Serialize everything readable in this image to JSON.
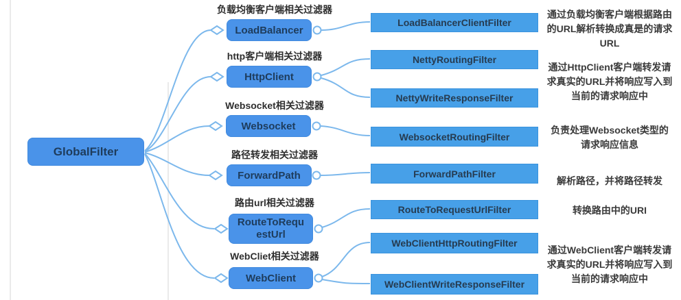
{
  "root": {
    "label": "GlobalFilter"
  },
  "branches": [
    {
      "category": "负载均衡客户端相关过滤器",
      "node": "LoadBalancer",
      "children": [
        "LoadBalancerClientFilter"
      ],
      "description": "通过负载均衡客户端根据路由的URL解析转换成真是的请求URL"
    },
    {
      "category": "http客户端相关过滤器",
      "node": "HttpClient",
      "children": [
        "NettyRoutingFilter",
        "NettyWriteResponseFilter"
      ],
      "description": "通过HttpClient客户端转发请求真实的URL并将响应写入到当前的请求响应中"
    },
    {
      "category": "Websocket相关过滤器",
      "node": "Websocket",
      "children": [
        "WebsocketRoutingFilter"
      ],
      "description": "负责处理Websocket类型的请求响应信息"
    },
    {
      "category": "路径转发相关过滤器",
      "node": "ForwardPath",
      "children": [
        "ForwardPathFilter"
      ],
      "description": "解析路径，并将路径转发"
    },
    {
      "category": "路由url相关过滤器",
      "node": "RouteToRequestUrl",
      "children": [
        "RouteToRequestUrlFilter"
      ],
      "description": "转换路由中的URI"
    },
    {
      "category": "WebCliet相关过滤器",
      "node": "WebClient",
      "children": [
        "WebClientHttpRoutingFilter",
        "WebClientWriteResponseFilter"
      ],
      "description": "通过WebClient客户端转发请求真实的URL并将响应写入到当前的请求响应中"
    }
  ],
  "colors": {
    "node_blue": "#4a93e9",
    "child_box_blue": "#47a0e8",
    "connector_blue": "#7cb8ec",
    "node_text": "#1e3c5c",
    "label_text": "#2e2e2e"
  }
}
